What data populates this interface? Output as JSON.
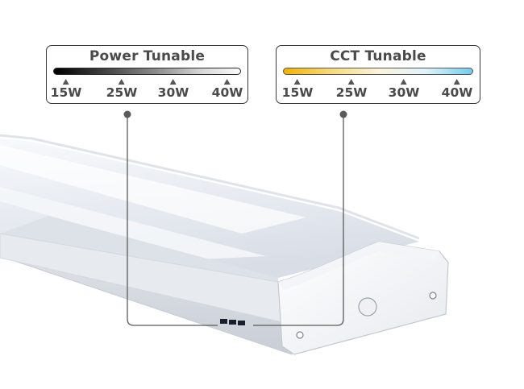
{
  "callouts": {
    "power": {
      "title": "Power Tunable",
      "scale": [
        "15W",
        "25W",
        "30W",
        "40W"
      ]
    },
    "cct": {
      "title": "CCT Tunable",
      "scale": [
        "15W",
        "25W",
        "30W",
        "40W"
      ]
    }
  },
  "colors": {
    "frame": "#3a3a3a",
    "text": "#4a4a4a",
    "cct_warm": "#f2b300",
    "cct_cool": "#6fcdee"
  },
  "icons": {
    "switch": "dip-switch-icon",
    "knockout": "knockout-icon",
    "screw": "screw-icon"
  }
}
